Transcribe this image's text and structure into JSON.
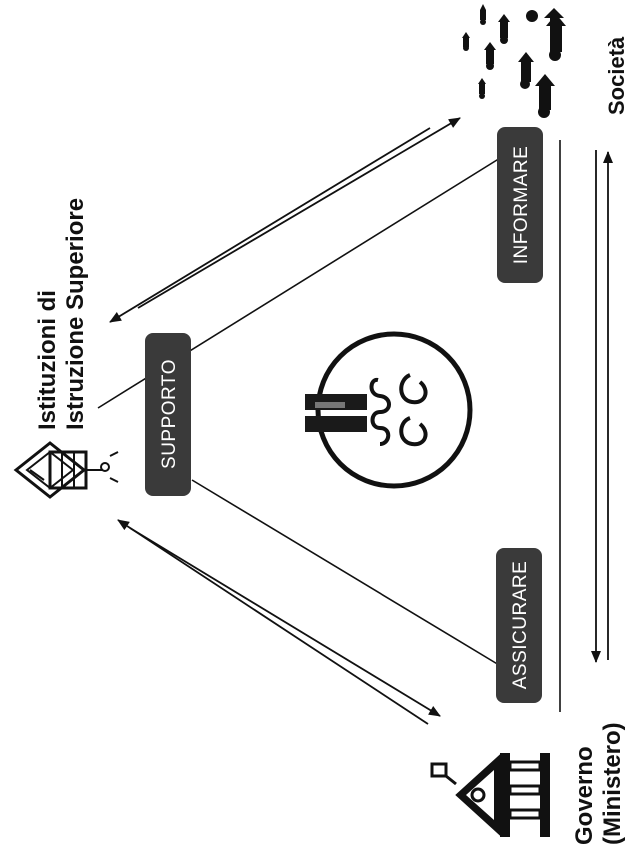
{
  "nodes": {
    "higher_ed": {
      "line1": "Istituzioni di",
      "line2": "Istruzione Superiore"
    },
    "society": {
      "label": "Società"
    },
    "government": {
      "line1": "Governo",
      "line2": "(Ministero)"
    }
  },
  "roles": {
    "support": "SUPPORTO",
    "inform": "INFORMARE",
    "assure": "ASSICURARE"
  },
  "colors": {
    "line": "#111111",
    "pill": "#3a3a3a",
    "pill_text": "#ffffff"
  },
  "icons": {
    "higher_ed": "graduation-cap-icon",
    "society": "people-arrows-icon",
    "government": "government-building-icon",
    "center": "agency-logo-icon"
  }
}
